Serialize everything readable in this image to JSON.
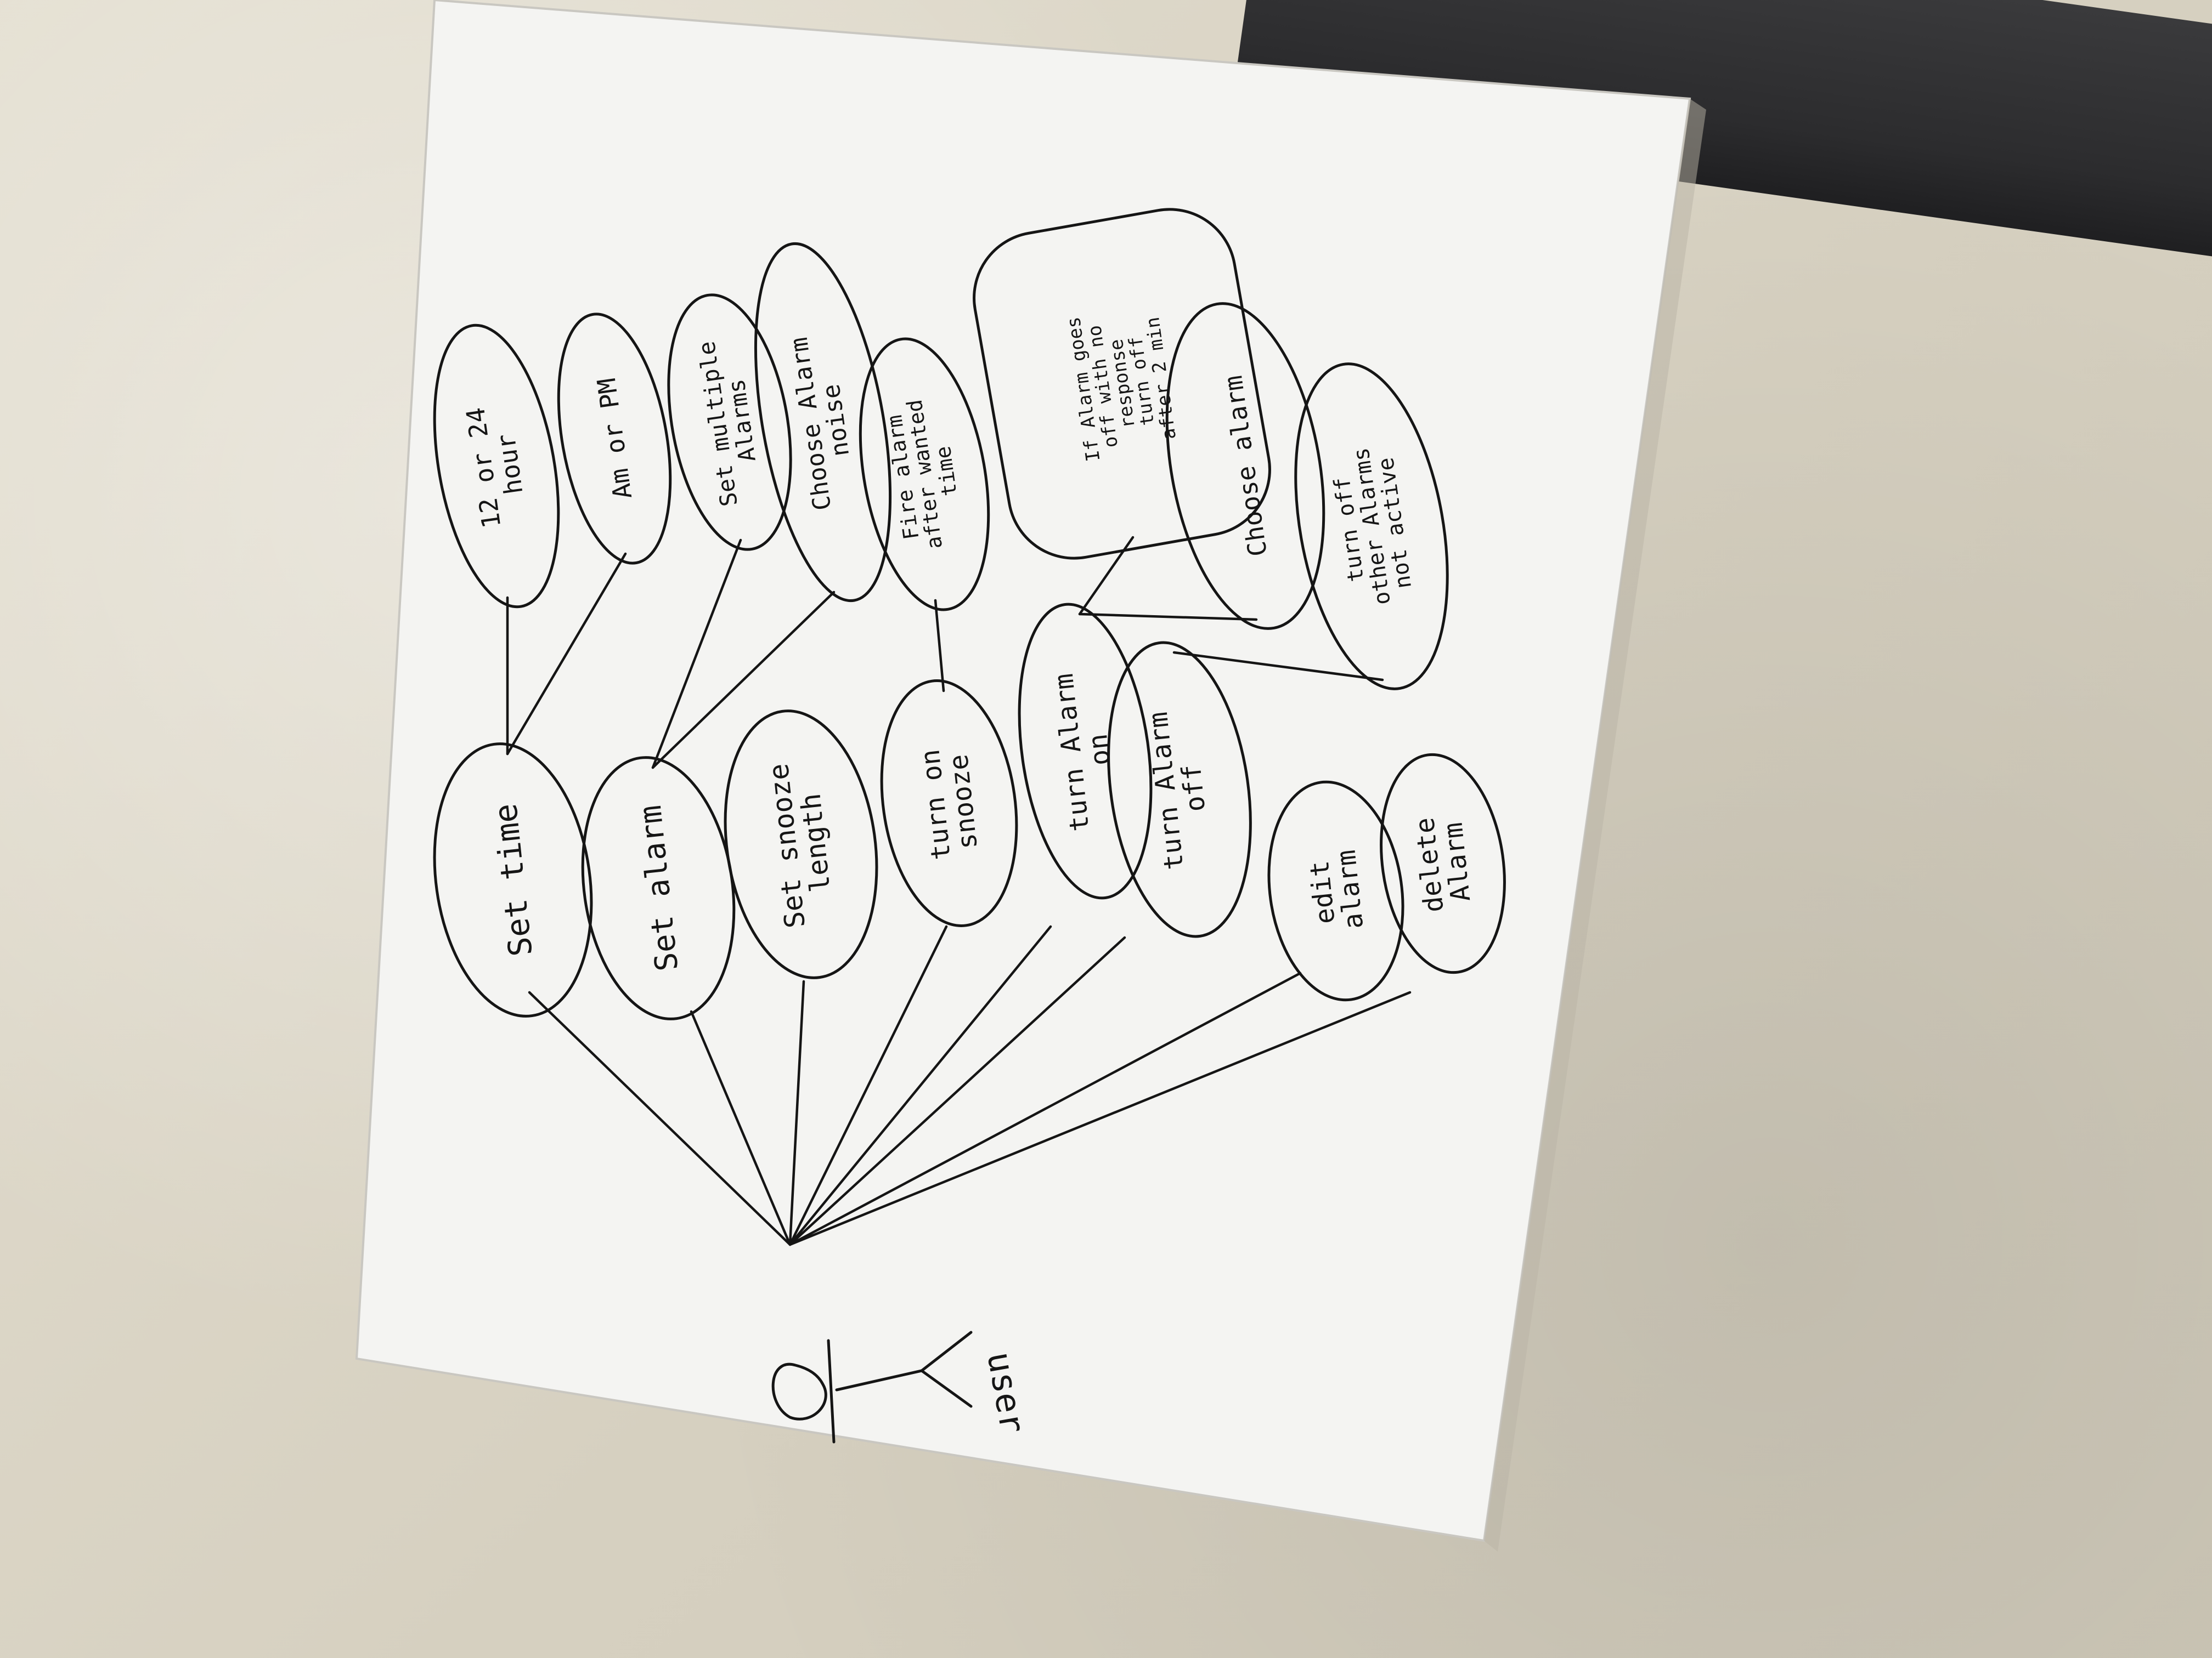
{
  "diagram": {
    "actor": {
      "label": "user"
    },
    "use_cases": [
      {
        "id": "set-time",
        "label": "Set time"
      },
      {
        "id": "set-alarm",
        "label": "Set alarm"
      },
      {
        "id": "set-snooze-length",
        "label": "Set snooze length"
      },
      {
        "id": "turn-on-snooze",
        "label": "turn on snooze"
      },
      {
        "id": "turn-alarm-on",
        "label": "turn Alarm on"
      },
      {
        "id": "turn-alarm-off",
        "label": "turn Alarm off"
      },
      {
        "id": "edit-alarm",
        "label": "edit alarm"
      },
      {
        "id": "delete-alarm",
        "label": "delete Alarm"
      }
    ],
    "extensions": [
      {
        "id": "12-or-24-hour",
        "label": "12 or 24 hour",
        "parent": "set-time"
      },
      {
        "id": "am-or-pm",
        "label": "Am or PM",
        "parent": "set-time"
      },
      {
        "id": "set-multiple-alarms",
        "label": "Set multiple Alarms",
        "parent": "set-alarm"
      },
      {
        "id": "choose-alarm-noise",
        "label": "Choose Alarm noise",
        "parent": "set-alarm"
      },
      {
        "id": "fire-alarm-after-wanted-time",
        "label": "Fire alarm after wanted time",
        "parent": "turn-on-snooze"
      },
      {
        "id": "if-alarm-goes-off",
        "label": "If Alarm goes off with no response turn off after 2 min",
        "parent": "turn-alarm-on"
      },
      {
        "id": "choose-alarm",
        "label": "Choose alarm",
        "parent": "turn-alarm-on"
      },
      {
        "id": "turn-off-other-alarms",
        "label": "turn off other Alarms not active",
        "parent": "turn-alarm-off"
      }
    ]
  }
}
